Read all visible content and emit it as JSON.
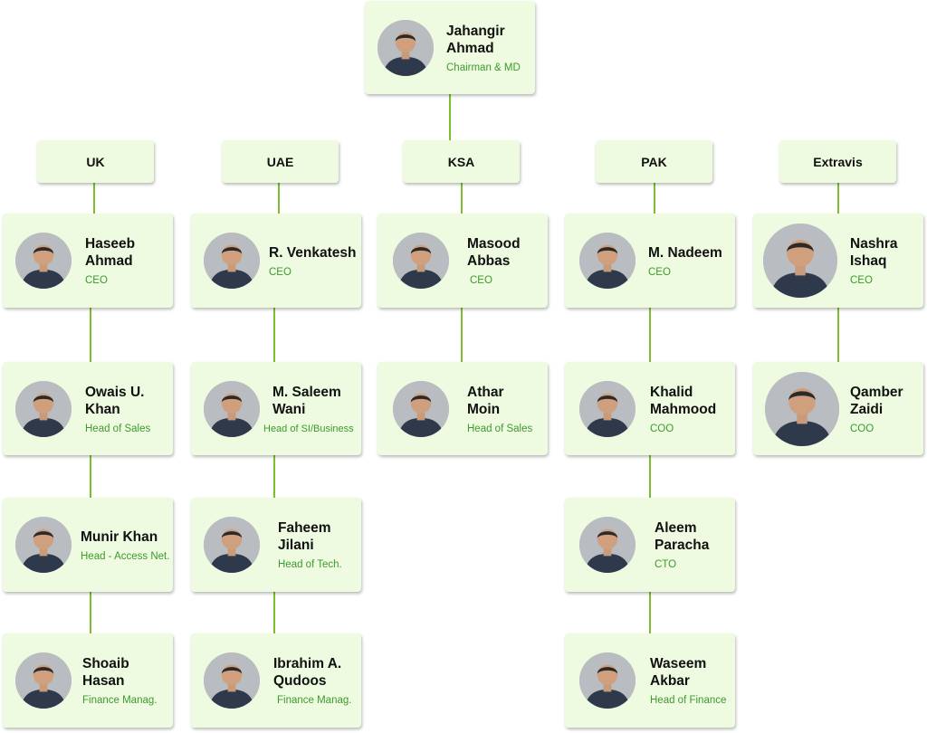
{
  "chairman": {
    "name_line1": "Jahangir",
    "name_line2": "Ahmad",
    "title": "Chairman & MD"
  },
  "regions": [
    {
      "label": "UK"
    },
    {
      "label": "UAE"
    },
    {
      "label": "KSA"
    },
    {
      "label": "PAK"
    },
    {
      "label": "Extravis"
    }
  ],
  "uk": [
    {
      "name_line1": "Haseeb",
      "name_line2": "Ahmad",
      "title": "CEO"
    },
    {
      "name_line1": "Owais U.",
      "name_line2": "Khan",
      "title": "Head of Sales"
    },
    {
      "name_line1": "Munir Khan",
      "name_line2": "",
      "title": "Head - Access Net."
    },
    {
      "name_line1": "Shoaib",
      "name_line2": "Hasan",
      "title": "Finance Manag."
    }
  ],
  "uae": [
    {
      "name_line1": "R. Venkatesh",
      "name_line2": "",
      "title": "CEO"
    },
    {
      "name_line1": "M. Saleem",
      "name_line2": "Wani",
      "title": "Head of SI/Business"
    },
    {
      "name_line1": "Faheem",
      "name_line2": "Jilani",
      "title": "Head of Tech."
    },
    {
      "name_line1": "Ibrahim A.",
      "name_line2": "Qudoos",
      "title": "Finance Manag."
    }
  ],
  "ksa": [
    {
      "name_line1": "Masood",
      "name_line2": "Abbas",
      "title": "CEO"
    },
    {
      "name_line1": "Athar",
      "name_line2": "Moin",
      "title": "Head of Sales"
    }
  ],
  "pak": [
    {
      "name_line1": "M. Nadeem",
      "name_line2": "",
      "title": "CEO"
    },
    {
      "name_line1": "Khalid",
      "name_line2": "Mahmood",
      "title": "COO"
    },
    {
      "name_line1": "Aleem",
      "name_line2": "Paracha",
      "title": "CTO"
    },
    {
      "name_line1": "Waseem",
      "name_line2": "Akbar",
      "title": "Head of Finance"
    }
  ],
  "extravis": [
    {
      "name_line1": "Nashra",
      "name_line2": "Ishaq",
      "title": "CEO"
    },
    {
      "name_line1": "Qamber",
      "name_line2": "Zaidi",
      "title": "COO"
    }
  ],
  "colors": {
    "card_fill": "#eefbe0",
    "connector": "#7cbe2f",
    "title_text": "#3c9a2c"
  }
}
